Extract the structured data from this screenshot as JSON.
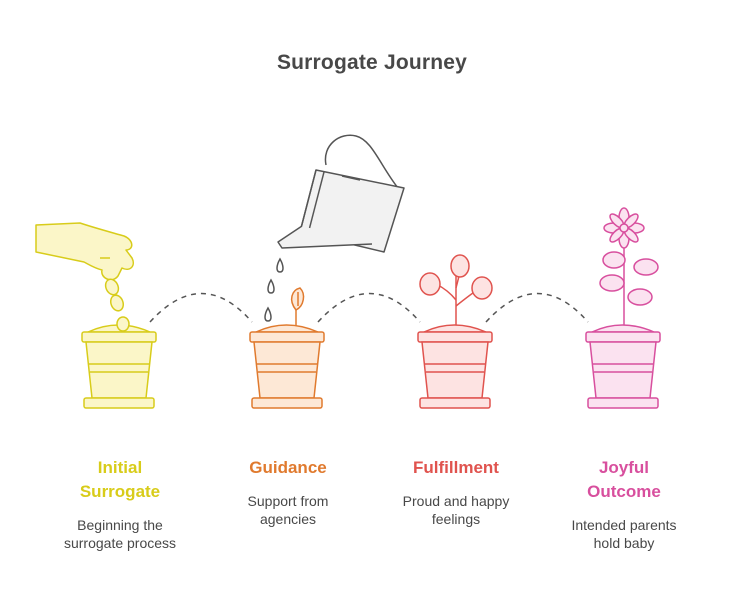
{
  "title": "Surrogate Journey",
  "stages": [
    {
      "title_line1": "Initial",
      "title_line2": "Surrogate",
      "desc_line1": "Beginning the",
      "desc_line2": "surrogate process",
      "color": "#d8cc1a",
      "icon": "seed-in-pot-with-hand-icon"
    },
    {
      "title_line1": "Guidance",
      "title_line2": "",
      "desc_line1": "Support from",
      "desc_line2": "agencies",
      "color": "#e07a2e",
      "icon": "sprout-in-pot-with-watering-can-icon"
    },
    {
      "title_line1": "Fulfillment",
      "title_line2": "",
      "desc_line1": "Proud and happy",
      "desc_line2": "feelings",
      "color": "#e0534e",
      "icon": "leafy-plant-in-pot-icon"
    },
    {
      "title_line1": "Joyful",
      "title_line2": "Outcome",
      "desc_line1": "Intended parents",
      "desc_line2": "hold baby",
      "color": "#d84f9e",
      "icon": "flowering-plant-in-pot-icon"
    }
  ]
}
